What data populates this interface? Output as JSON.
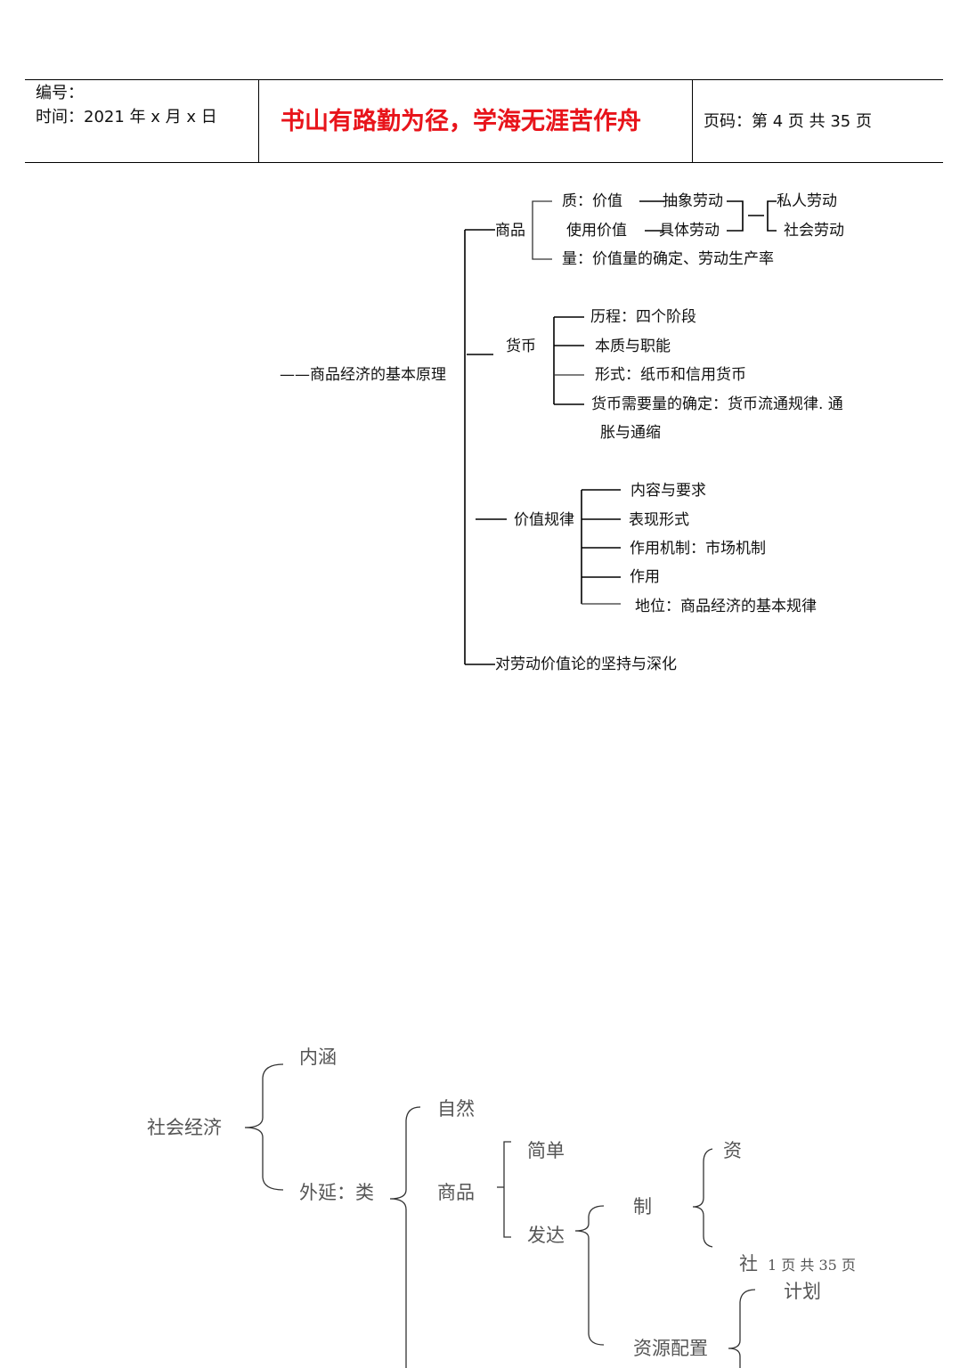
{
  "header": {
    "number_label": "编号：",
    "time_label": "时间：2021 年 x 月 x 日",
    "title": "书山有路勤为径，学海无涯苦作舟",
    "page_label": "页码：第 4 页  共 35 页"
  },
  "diagram1": {
    "root": "——商品经济的基本原理",
    "commodity": {
      "label": "商品",
      "quality": "质：价值",
      "use_value": "使用价值",
      "abstract_labor": "抽象劳动",
      "concrete_labor": "具体劳动",
      "private_labor": "私人劳动",
      "social_labor": "社会劳动",
      "quantity": "量：价值量的确定、劳动生产率"
    },
    "money": {
      "label": "货币",
      "items": [
        "历程：四个阶段",
        "本质与职能",
        "形式：纸币和信用货币",
        "货币需要量的确定：货币流通规律. 通",
        "胀与通缩"
      ]
    },
    "value_law": {
      "label": "价值规律",
      "items": [
        "内容与要求",
        "表现形式",
        "作用机制：市场机制",
        "作用",
        "地位：商品经济的基本规律"
      ]
    },
    "last": "对劳动价值论的坚持与深化"
  },
  "diagram2": {
    "root": "社会经济",
    "connotation": "内涵",
    "extension": "外延：类",
    "natural": "自然",
    "commodity": "商品",
    "simple": "简单",
    "developed": "发达",
    "system": "制",
    "capital": "资",
    "social": "社",
    "footer_overlap": "1 页  共  35  页",
    "plan": "计划",
    "resource_allocation": "资源配置"
  }
}
